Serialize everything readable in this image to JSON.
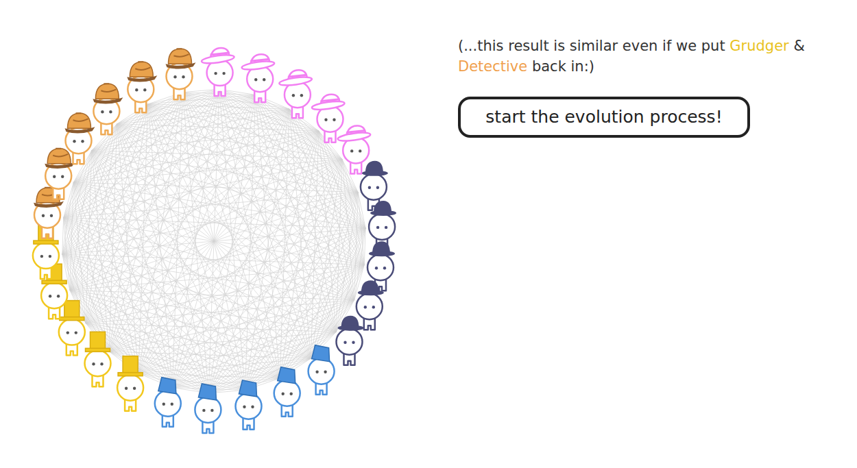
{
  "diagram": {
    "nodes": [
      {
        "text": [
          "start the evolution process!"
        ]
      }
    ],
    "labels": [
      "(...this result is similar even if we put",
      "Grudger",
      "&",
      "Detective",
      "back in:)"
    ]
  }
}
